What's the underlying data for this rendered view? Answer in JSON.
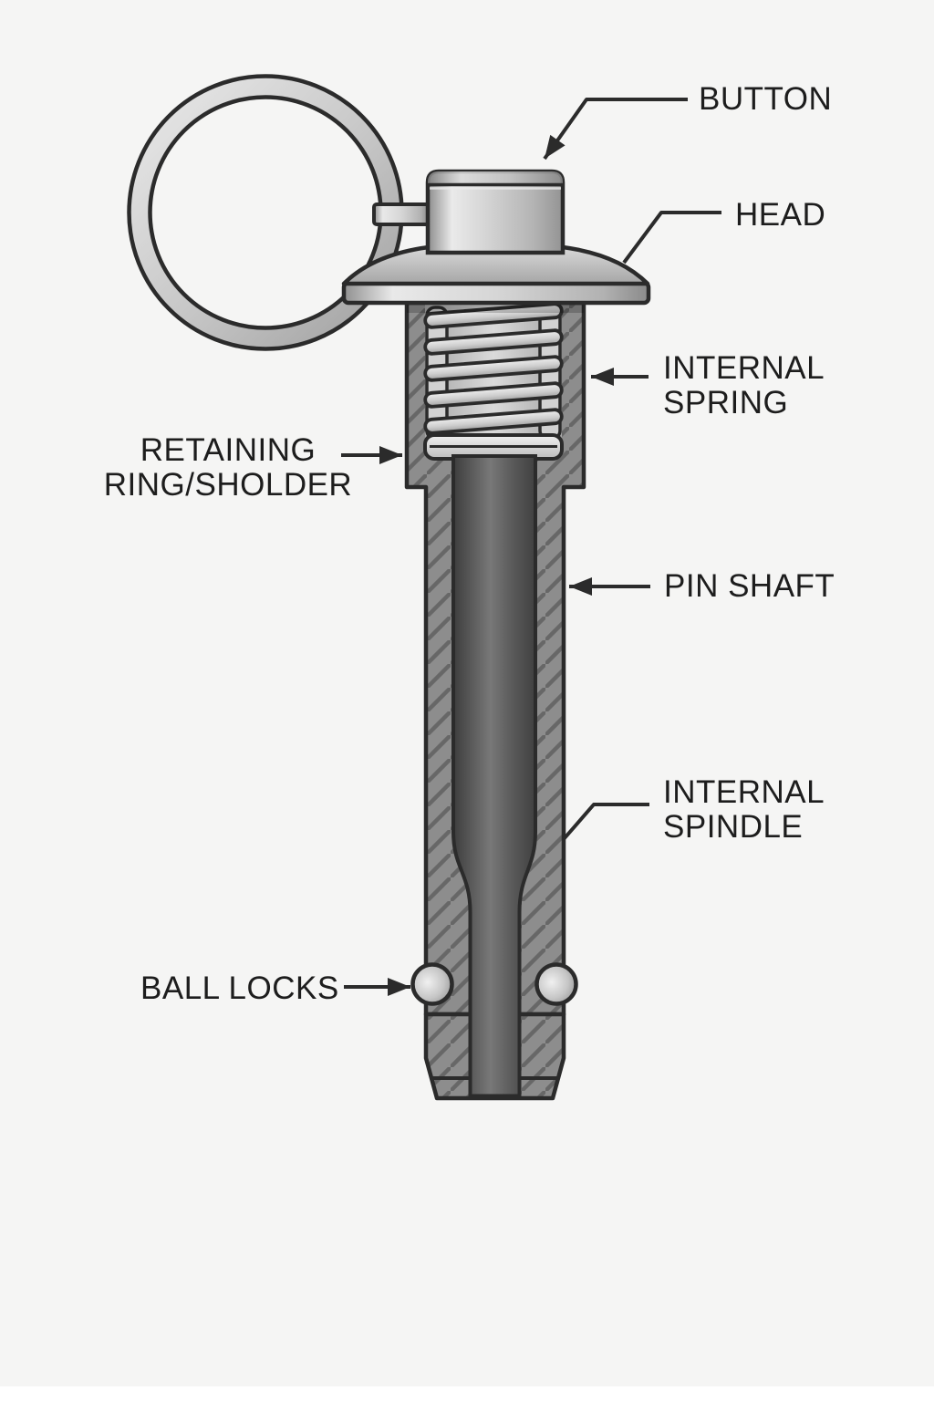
{
  "labels": {
    "button": "BUTTON",
    "head": "HEAD",
    "internal_spring": {
      "line1": "INTERNAL",
      "line2": "SPRING"
    },
    "retaining_ring": {
      "line1": "RETAINING",
      "line2": "RING/SHOLDER"
    },
    "pin_shaft": "PIN SHAFT",
    "internal_spindle": {
      "line1": "INTERNAL",
      "line2": "SPINDLE"
    },
    "ball_locks": "BALL LOCKS"
  },
  "colors": {
    "background": "#f5f5f4",
    "outline": "#2b2b2b",
    "text": "#1d1d1d",
    "metal_light": "#eaeaea",
    "metal_mid": "#c0c0c0",
    "metal_dark": "#8d8d8d",
    "hatch_line": "#676767",
    "spindle_dark": "#3f3f3f"
  }
}
